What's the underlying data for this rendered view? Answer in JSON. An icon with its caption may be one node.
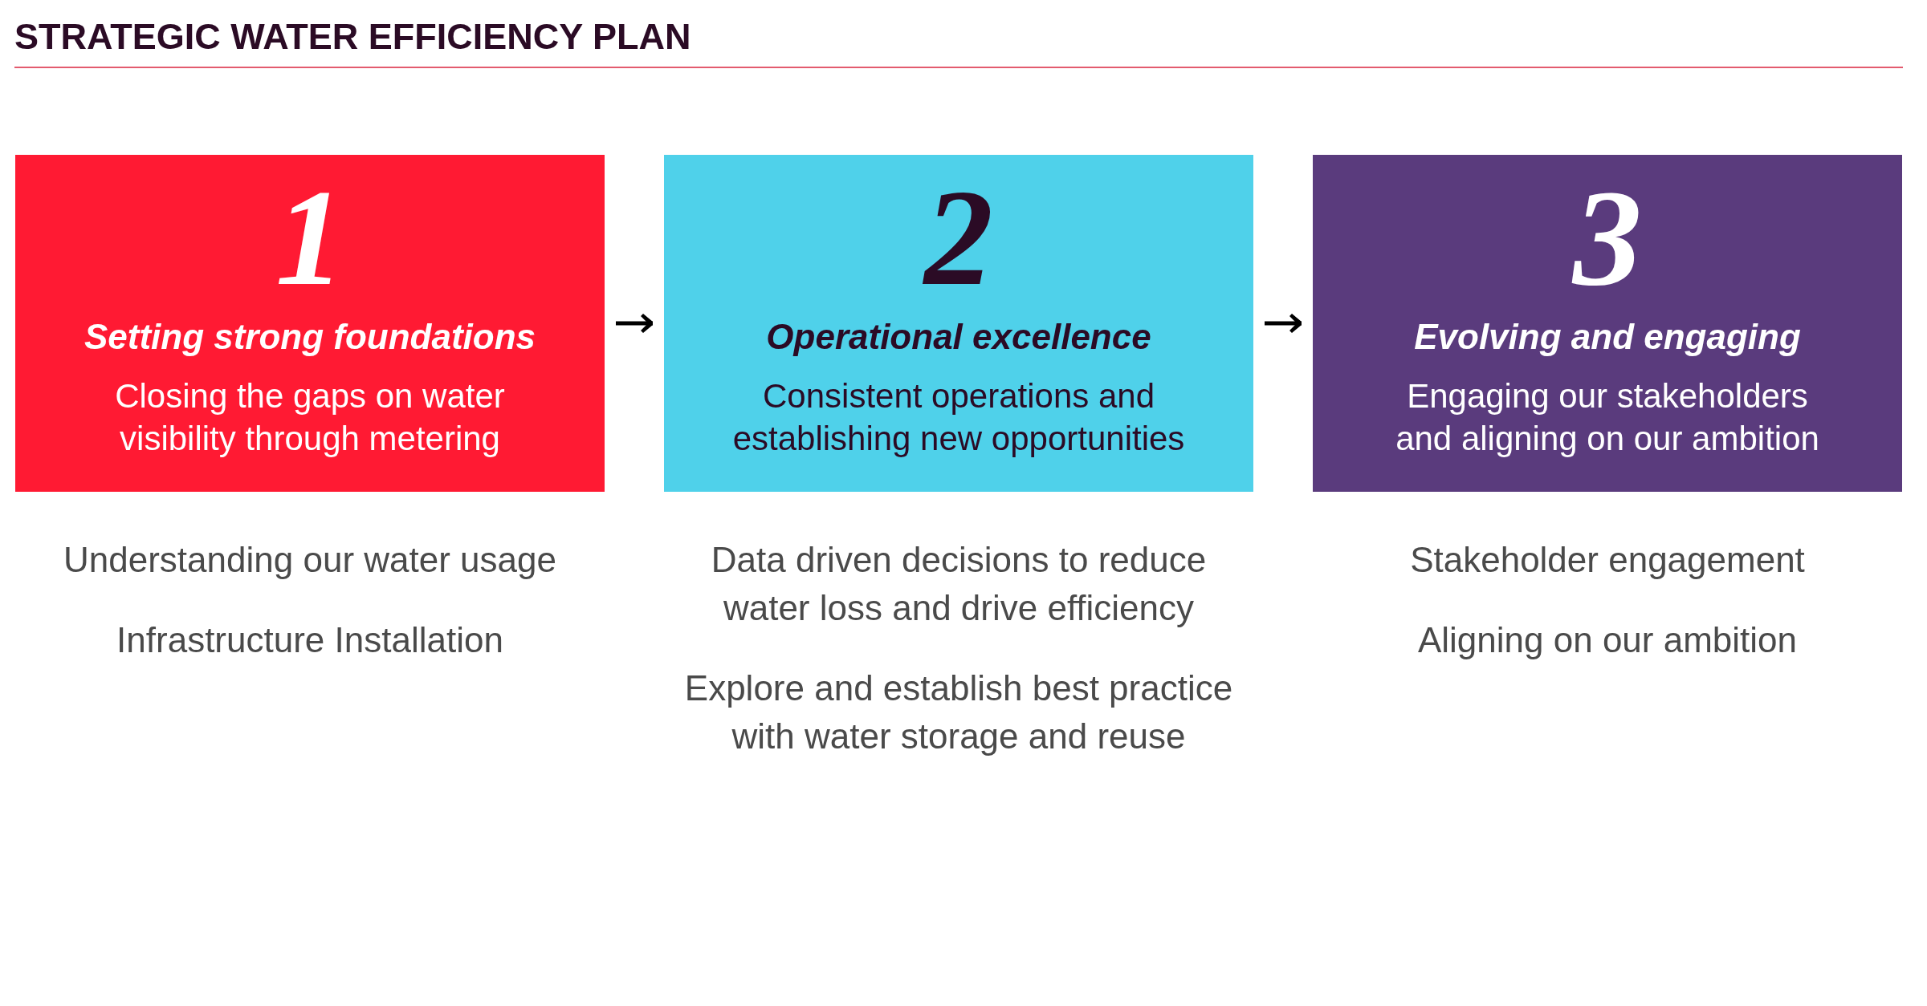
{
  "diagram": {
    "title": "STRATEGIC WATER EFFICIENCY PLAN",
    "nodes": [
      {
        "text": [
          "1",
          "Setting strong foundations",
          "Closing the gaps on water visibility through metering"
        ],
        "beside": [
          "Understanding our water usage",
          "Infrastructure Installation"
        ]
      },
      {
        "text": [
          "2",
          "Operational excellence",
          "Consistent operations and establishing new opportunities"
        ],
        "beside": [
          "Data driven decisions to reduce water loss and drive efficiency",
          "Explore and establish best practice with water storage and reuse"
        ]
      },
      {
        "text": [
          "3",
          "Evolving and engaging",
          "Engaging our stakeholders and aligning on our ambition"
        ],
        "beside": [
          "Stakeholder engagement",
          "Aligning on our ambition"
        ]
      }
    ],
    "edges": [
      {
        "from": 0,
        "to": 1,
        "arrow": "to"
      },
      {
        "from": 1,
        "to": 2,
        "arrow": "to"
      }
    ]
  }
}
